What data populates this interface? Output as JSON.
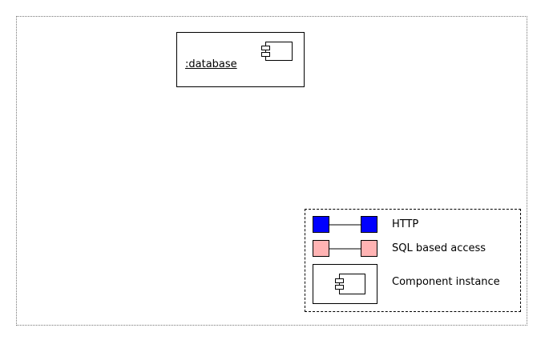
{
  "diagram": {
    "component": {
      "name": ":database",
      "icon": "component-icon"
    },
    "legend": {
      "items": [
        {
          "label": "HTTP",
          "color": "#0000ff",
          "kind": "connector"
        },
        {
          "label": "SQL based access",
          "color": "#ffb3b3",
          "kind": "connector"
        },
        {
          "label": "Component instance",
          "kind": "component",
          "icon": "component-icon"
        }
      ]
    }
  }
}
